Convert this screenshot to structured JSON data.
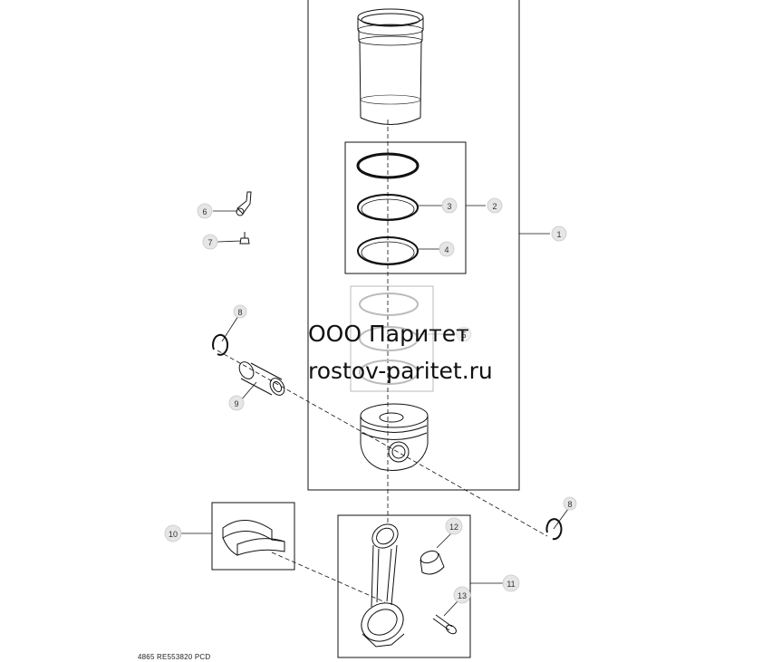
{
  "callouts": [
    {
      "id": "c1",
      "label": "1"
    },
    {
      "id": "c2",
      "label": "2"
    },
    {
      "id": "c3",
      "label": "3"
    },
    {
      "id": "c4",
      "label": "4"
    },
    {
      "id": "c5",
      "label": "5"
    },
    {
      "id": "c6",
      "label": "6"
    },
    {
      "id": "c7",
      "label": "7"
    },
    {
      "id": "c8a",
      "label": "8"
    },
    {
      "id": "c8b",
      "label": "8"
    },
    {
      "id": "c9",
      "label": "9"
    },
    {
      "id": "c10",
      "label": "10"
    },
    {
      "id": "c11",
      "label": "11"
    },
    {
      "id": "c12",
      "label": "12"
    },
    {
      "id": "c13",
      "label": "13"
    }
  ],
  "watermark": {
    "line1": "ООО Паритет",
    "line2": "rostov-paritet.ru"
  },
  "footer": {
    "code": "4865  RE553820  PCD"
  }
}
